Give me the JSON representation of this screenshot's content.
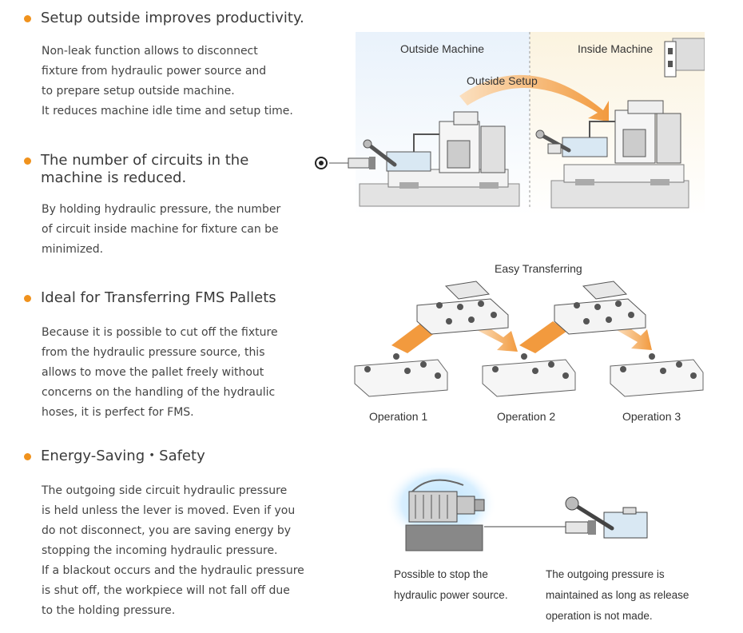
{
  "sections": [
    {
      "heading": "Setup outside improves productivity.",
      "body": "Non-leak function allows to disconnect\nfixture from hydraulic power source and\nto prepare setup outside machine.\nIt reduces machine idle time and setup time."
    },
    {
      "heading": "The number of circuits in the\nmachine is reduced.",
      "body": "By holding hydraulic pressure, the number\nof circuit inside machine for fixture can be\nminimized."
    },
    {
      "heading": "Ideal for Transferring FMS Pallets",
      "body": "Because it is possible to cut off the fixture\nfrom the hydraulic pressure source, this\nallows to move the pallet freely without\nconcerns on the handling of the hydraulic\nhoses, it is perfect for FMS."
    },
    {
      "heading": "Energy-Saving・Safety",
      "body": "The outgoing side circuit hydraulic pressure\nis held unless the lever is moved. Even if you\ndo not disconnect, you are saving energy by\nstopping the incoming hydraulic pressure.\nIf a blackout occurs and the hydraulic pressure\nis shut off, the workpiece will not fall off due\nto the holding pressure."
    }
  ],
  "figure1": {
    "outside_label": "Outside Machine",
    "inside_label": "Inside Machine",
    "arrow_label": "Outside Setup"
  },
  "figure2": {
    "title": "Easy Transferring",
    "operations": [
      "Operation 1",
      "Operation 2",
      "Operation 3"
    ]
  },
  "figure3": {
    "left_caption": "Possible to stop the\nhydraulic power source.",
    "right_caption": "The outgoing pressure is\nmaintained as long as release\noperation is not made."
  },
  "colors": {
    "accent": "#f0921d",
    "arrow": "#f2a050",
    "outside_bg": "#eef4fa",
    "inside_bg": "#fbf5e6"
  }
}
